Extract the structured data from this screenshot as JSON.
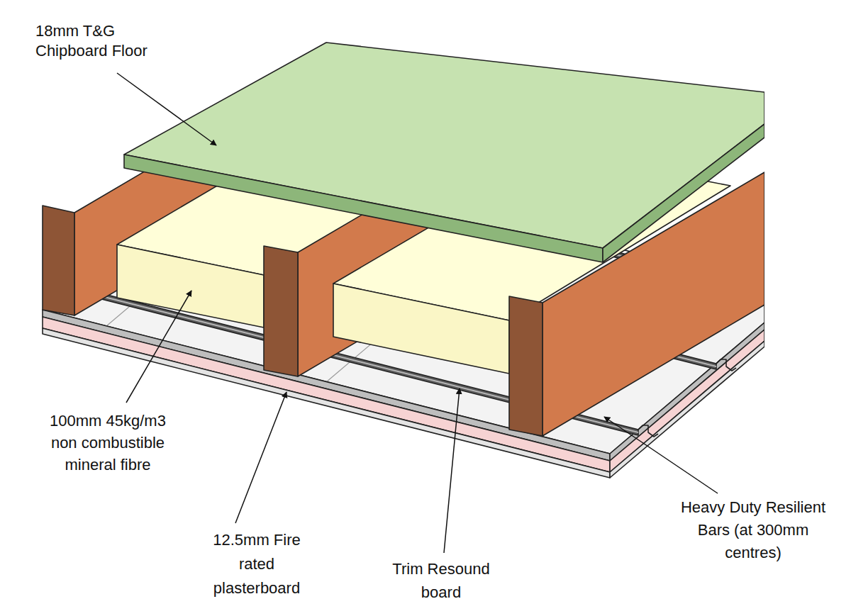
{
  "diagram": {
    "labels": [
      "18mm T&G Chipboard Floor",
      "100mm 45kg/m3 non combustible mineral fibre",
      "12.5mm Fire rated plasterboard",
      "Trim Resound board",
      "Heavy Duty Resilient Bars (at 300mm centres)"
    ]
  }
}
